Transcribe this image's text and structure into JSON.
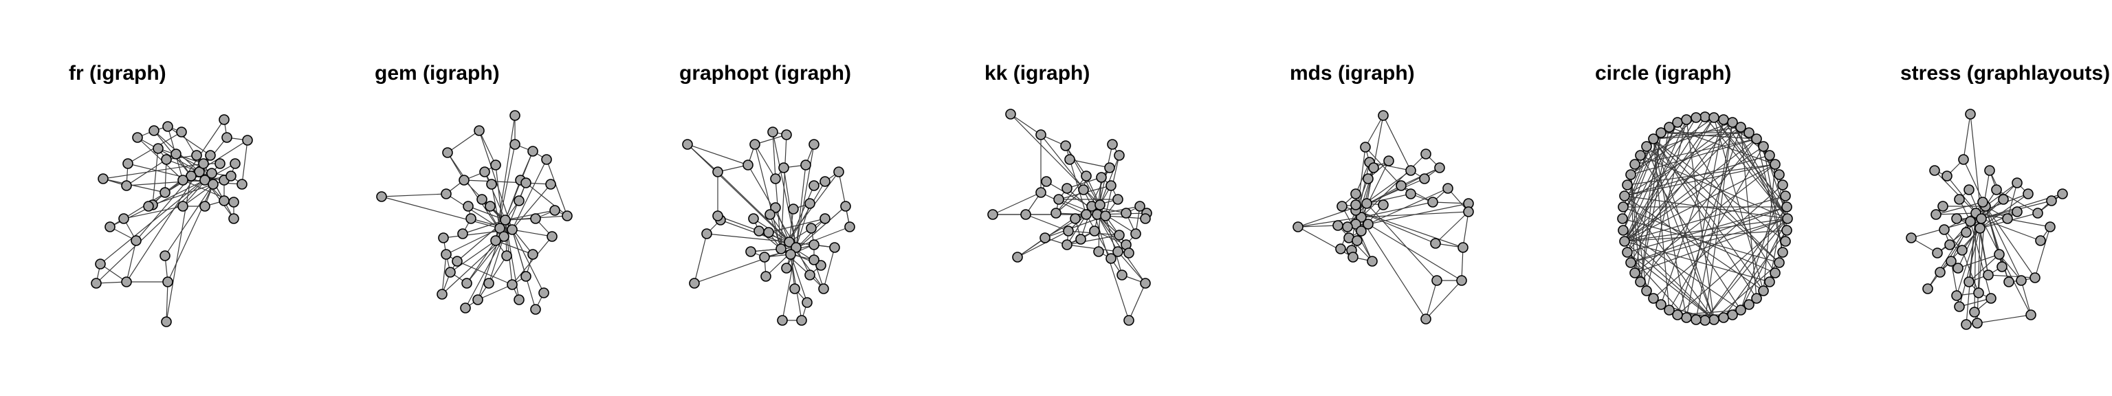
{
  "panels": [
    {
      "title": "fr (igraph)",
      "layout": "fr"
    },
    {
      "title": "gem (igraph)",
      "layout": "gem"
    },
    {
      "title": "graphopt (igraph)",
      "layout": "graphopt"
    },
    {
      "title": "kk (igraph)",
      "layout": "kk"
    },
    {
      "title": "mds (igraph)",
      "layout": "mds"
    },
    {
      "title": "circle (igraph)",
      "layout": "circle"
    },
    {
      "title": "stress (graphlayouts)",
      "layout": "stress"
    }
  ],
  "colors": {
    "node_fill": "#a6a6a6",
    "node_stroke": "#000000",
    "edge": "#3a3a3a",
    "background": "#ffffff"
  }
}
